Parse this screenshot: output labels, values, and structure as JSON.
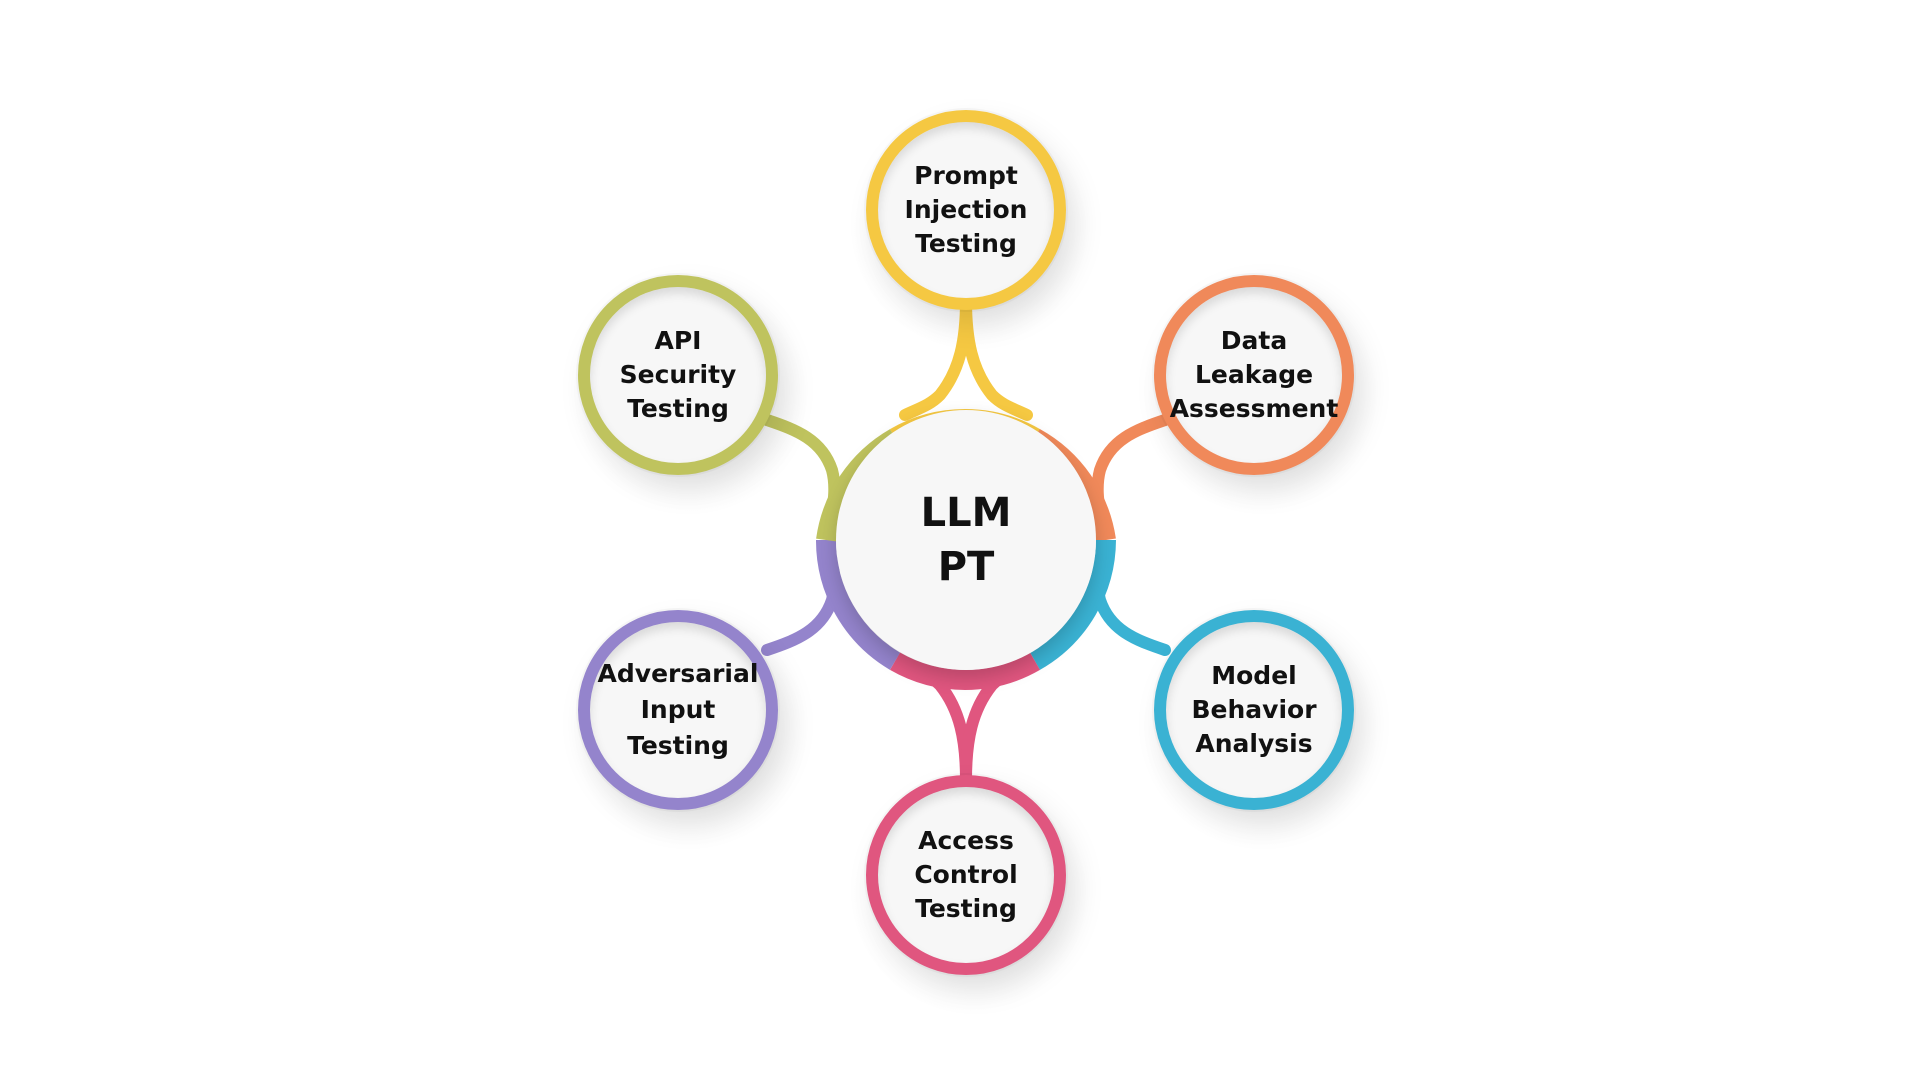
{
  "center": {
    "line1": "LLM",
    "line2": "PT"
  },
  "nodes": [
    {
      "id": "prompt-injection",
      "lines": [
        "Prompt",
        "Injection",
        "Testing"
      ],
      "color": "#F5C842"
    },
    {
      "id": "data-leakage",
      "lines": [
        "Data",
        "Leakage",
        "Assessment"
      ],
      "color": "#F0895A"
    },
    {
      "id": "model-behavior",
      "lines": [
        "Model",
        "Behavior",
        "Analysis"
      ],
      "color": "#3AB2D3"
    },
    {
      "id": "access-control",
      "lines": [
        "Access",
        "Control",
        "Testing"
      ],
      "color": "#E0567F"
    },
    {
      "id": "adversarial-input",
      "lines": [
        "Adversarial",
        "Input",
        "Testing"
      ],
      "color": "#9484CC"
    },
    {
      "id": "api-security",
      "lines": [
        "API",
        "Security",
        "Testing"
      ],
      "color": "#BFC35E"
    }
  ]
}
